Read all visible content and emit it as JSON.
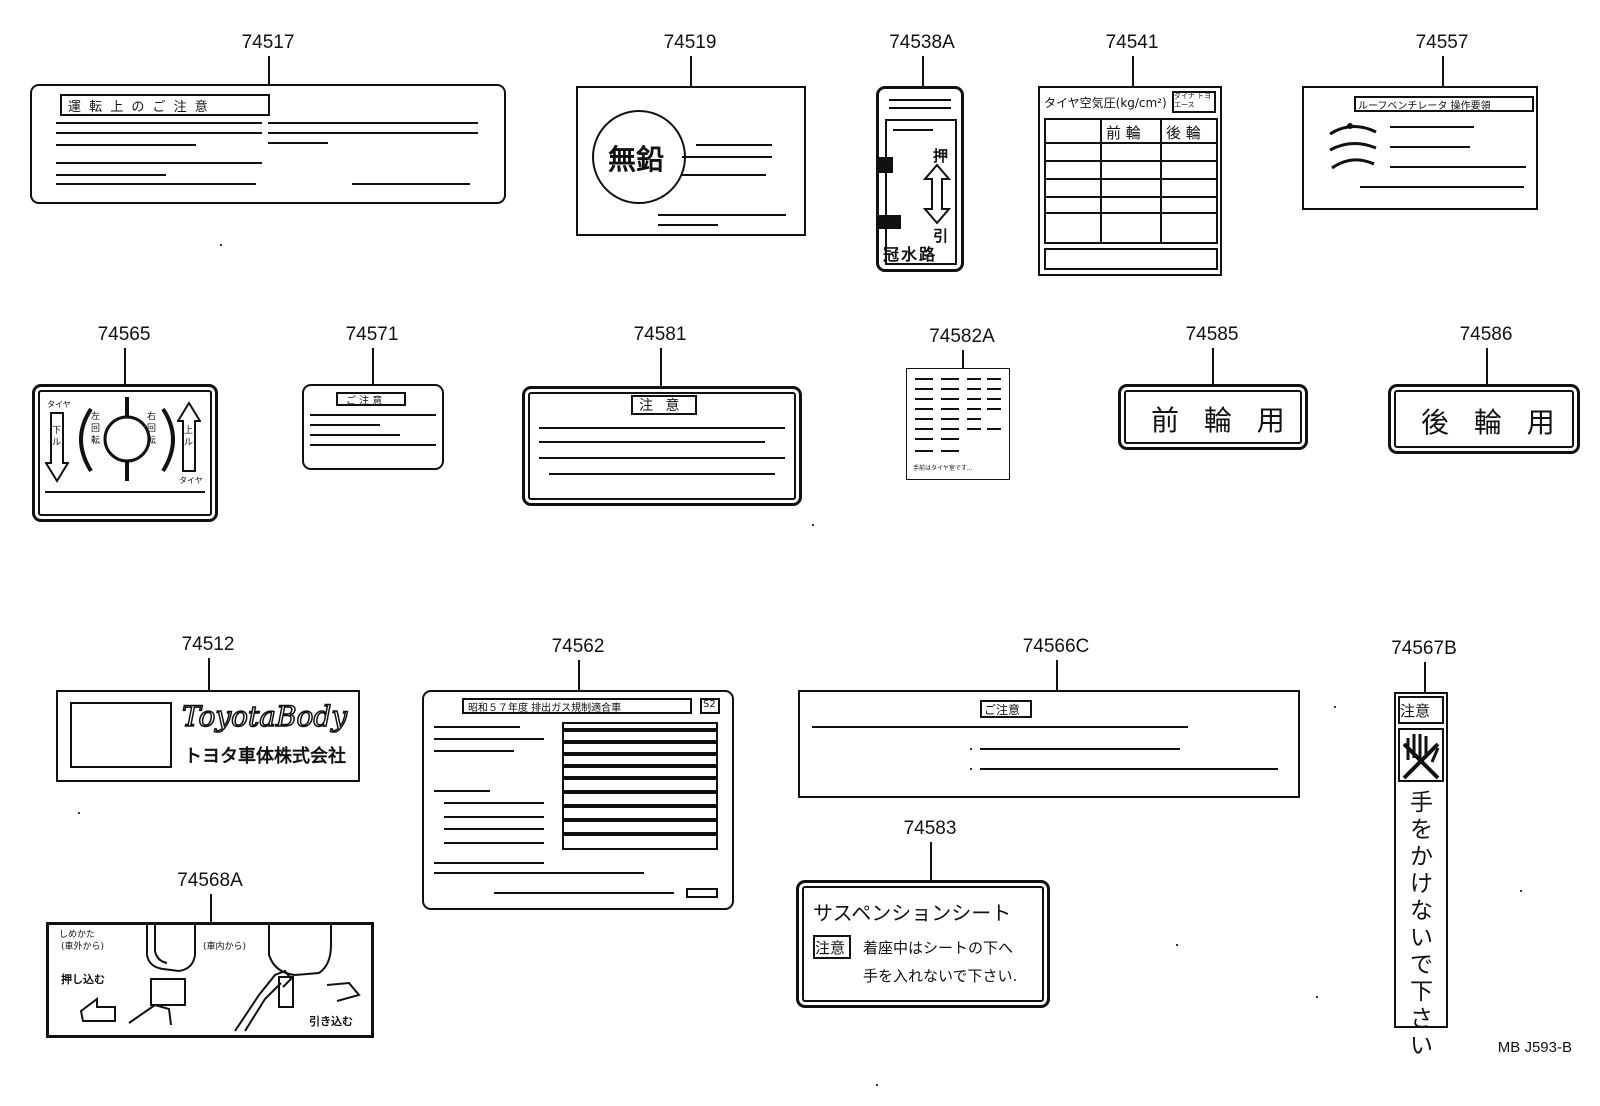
{
  "parts": {
    "p74517": "74517",
    "p74519": "74519",
    "p74538A": "74538A",
    "p74541": "74541",
    "p74557": "74557",
    "p74565": "74565",
    "p74571": "74571",
    "p74581": "74581",
    "p74582A": "74582A",
    "p74585": "74585",
    "p74586": "74586",
    "p74512": "74512",
    "p74562": "74562",
    "p74566C": "74566C",
    "p74567B": "74567B",
    "p74568A": "74568A",
    "p74583": "74583"
  },
  "labels": {
    "l74517_title": "運 転 上 の ご 注 意",
    "l74519_circle": "無鉛",
    "l74538A_push": "押",
    "l74538A_pull": "引",
    "l74538A_bottom": "冠水路",
    "l74541_title": "タイヤ空気圧(kg/cm²)",
    "l74541_box": "ダイナ トヨエース",
    "l74541_front": "前 輪",
    "l74541_rear": "後 輪",
    "l74557_title": "ルーフベンチレータ 操作要領",
    "l74565_tire_left": "タイヤ",
    "l74565_down": "下ル",
    "l74565_left_rot": "左回転",
    "l74565_right_rot": "右回転",
    "l74565_up": "上ル",
    "l74565_tire_right": "タイヤ",
    "l74571_title": "ご 注 意",
    "l74581_title": "注 意",
    "l74582A_foot": "手前はタイヤ室です...",
    "l74585_text": "前 輪 用",
    "l74586_text": "後 輪 用",
    "l74512_logo": "ToyotaBody",
    "l74512_company": "トヨタ車体株式会社",
    "l74562_title": "昭和５７年度 排出ガス規制適合車",
    "l74562_badge": "S2",
    "l74566C_title": "ご注意",
    "l74567B_head": "注意",
    "l74567B_vertical": "手をかけないで下さい",
    "l74568A_how": "しめかた",
    "l74568A_outside": "(車外から)",
    "l74568A_inside": "(車内から)",
    "l74568A_push": "押し込む",
    "l74568A_pull": "引き込む",
    "l74583_title": "サスペンションシート",
    "l74583_caution": "注意",
    "l74583_line1": "着座中はシートの下へ",
    "l74583_line2": "手を入れないで下さい."
  },
  "footer_ref": "MB  J593-B"
}
